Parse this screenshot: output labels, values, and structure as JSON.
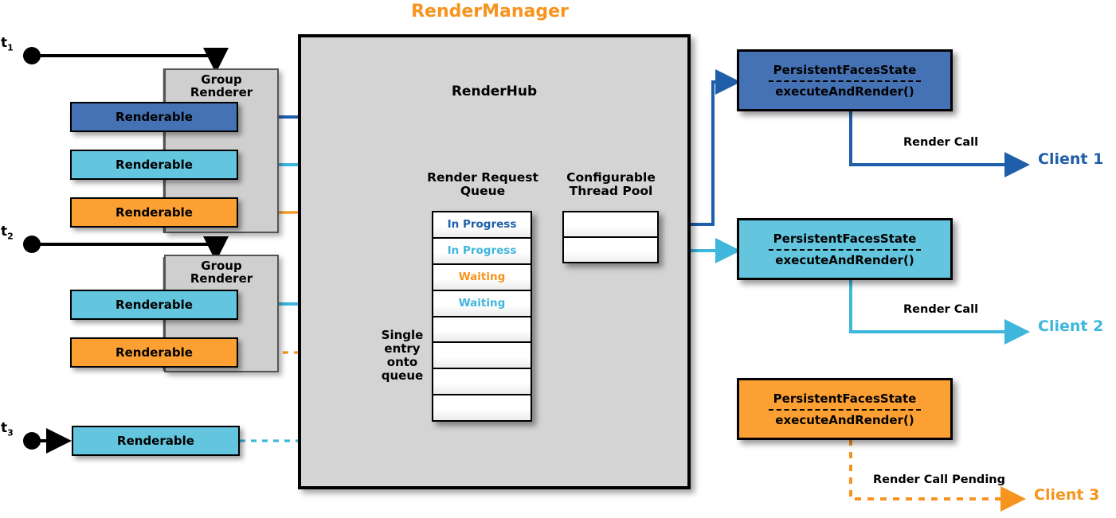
{
  "diagram": {
    "title": "RenderManager",
    "title_color": "#F7941E",
    "hub": {
      "label": "RenderHub",
      "queue_label_line1": "Render Request",
      "queue_label_line2": "Queue",
      "pool_label_line1": "Configurable",
      "pool_label_line2": "Thread Pool",
      "single_entry_note": "Single\nentry\nonto\nqueue",
      "single_entry_lines": [
        "Single",
        "entry",
        "onto",
        "queue"
      ],
      "queue_cells": [
        {
          "label": "In Progress",
          "state": "in-progress",
          "color": "#1F5FA9"
        },
        {
          "label": "In Progress",
          "state": "in-progress",
          "color": "#3FB6DC"
        },
        {
          "label": "Waiting",
          "state": "waiting",
          "color": "#F7941E"
        },
        {
          "label": "Waiting",
          "state": "waiting",
          "color": "#3FB6DC"
        },
        {
          "label": "",
          "state": "empty",
          "color": ""
        },
        {
          "label": "",
          "state": "empty",
          "color": ""
        },
        {
          "label": "",
          "state": "empty",
          "color": ""
        },
        {
          "label": "",
          "state": "empty",
          "color": ""
        }
      ],
      "thread_pool_slots": [
        {
          "label": "",
          "occupied_by": "blue"
        },
        {
          "label": "",
          "occupied_by": "cyan"
        }
      ]
    },
    "threads": [
      {
        "id": "t1",
        "label": "t",
        "sub": "1"
      },
      {
        "id": "t2",
        "label": "t",
        "sub": "2"
      },
      {
        "id": "t3",
        "label": "t",
        "sub": "3"
      }
    ],
    "group_renderers": [
      {
        "title_line1": "Group",
        "title_line2": "Renderer",
        "renderables": [
          {
            "label": "Renderable",
            "color": "#4472B4",
            "variant": "blue"
          },
          {
            "label": "Renderable",
            "color": "#63C5DE",
            "variant": "cyan"
          },
          {
            "label": "Renderable",
            "color": "#FCA033",
            "variant": "orange"
          }
        ]
      },
      {
        "title_line1": "Group",
        "title_line2": "Renderer",
        "renderables": [
          {
            "label": "Renderable",
            "color": "#63C5DE",
            "variant": "cyan"
          },
          {
            "label": "Renderable",
            "color": "#FCA033",
            "variant": "orange"
          }
        ]
      }
    ],
    "standalone_renderable": {
      "label": "Renderable",
      "color": "#63C5DE",
      "variant": "cyan"
    },
    "states": [
      {
        "name": "PersistentFacesState",
        "method": "executeAndRender()",
        "color": "#4472B4",
        "variant": "blue",
        "call_label": "Render Call",
        "client": "Client 1",
        "client_color": "#1F5FA9",
        "pending": false
      },
      {
        "name": "PersistentFacesState",
        "method": "executeAndRender()",
        "color": "#63C5DE",
        "variant": "cyan",
        "call_label": "Render Call",
        "client": "Client 2",
        "client_color": "#3FB6DC",
        "pending": false
      },
      {
        "name": "PersistentFacesState",
        "method": "executeAndRender()",
        "color": "#FCA033",
        "variant": "orange",
        "call_label": "Render Call Pending",
        "client": "Client 3",
        "client_color": "#F7941E",
        "pending": true
      }
    ],
    "colors": {
      "blue": "#4472B4",
      "blue_line": "#1F5FA9",
      "cyan": "#63C5DE",
      "cyan_line": "#3FB6DC",
      "orange": "#FCA033",
      "orange_line": "#F7941E",
      "hub_fill": "#D4D4D4",
      "group_fill": "#CFCFCF",
      "stroke": "#000000"
    }
  }
}
